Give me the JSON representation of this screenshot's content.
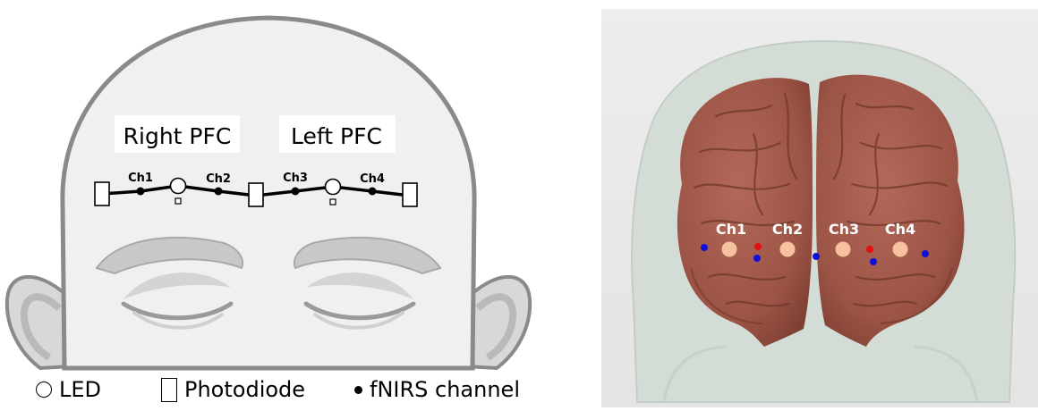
{
  "head_panel": {
    "region_labels": {
      "right": "Right PFC",
      "left": "Left PFC"
    },
    "channels": [
      "Ch1",
      "Ch2",
      "Ch3",
      "Ch4"
    ]
  },
  "brain_panel": {
    "channels": [
      "Ch1",
      "Ch2",
      "Ch3",
      "Ch4"
    ]
  },
  "legend": {
    "led": "LED",
    "photodiode": "Photodiode",
    "channel": "fNIRS channel"
  },
  "colors": {
    "head_fill": "#f0f0f0",
    "head_outline": "#8a8a8a",
    "brain_fill": "#a0584a",
    "skull_fill": "#d6dfd8",
    "channel_marker": "#f6c29e",
    "optode_red": "#e41010",
    "optode_blue": "#1010d8"
  }
}
